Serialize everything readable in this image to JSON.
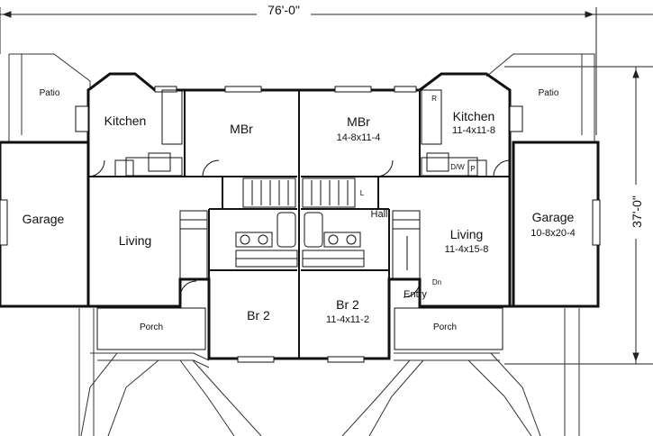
{
  "dimensions": {
    "width": "76'-0\"",
    "depth": "37'-0\""
  },
  "left_unit": {
    "patio": "Patio",
    "kitchen": "Kitchen",
    "mbr": "MBr",
    "garage": "Garage",
    "living": "Living",
    "br2": "Br 2",
    "porch": "Porch"
  },
  "right_unit": {
    "patio": "Patio",
    "kitchen": "Kitchen",
    "kitchen_size": "11-4x11-8",
    "mbr": "MBr",
    "mbr_size": "14-8x11-4",
    "garage": "Garage",
    "garage_size": "10-8x20-4",
    "living": "Living",
    "living_size": "11-4x15-8",
    "hall": "Hall",
    "br2": "Br 2",
    "br2_size": "11-4x11-2",
    "porch": "Porch",
    "entry": "Entry",
    "down": "Dn",
    "dw": "D/W",
    "pantry": "P",
    "refrigerator": "R",
    "linen": "L"
  }
}
